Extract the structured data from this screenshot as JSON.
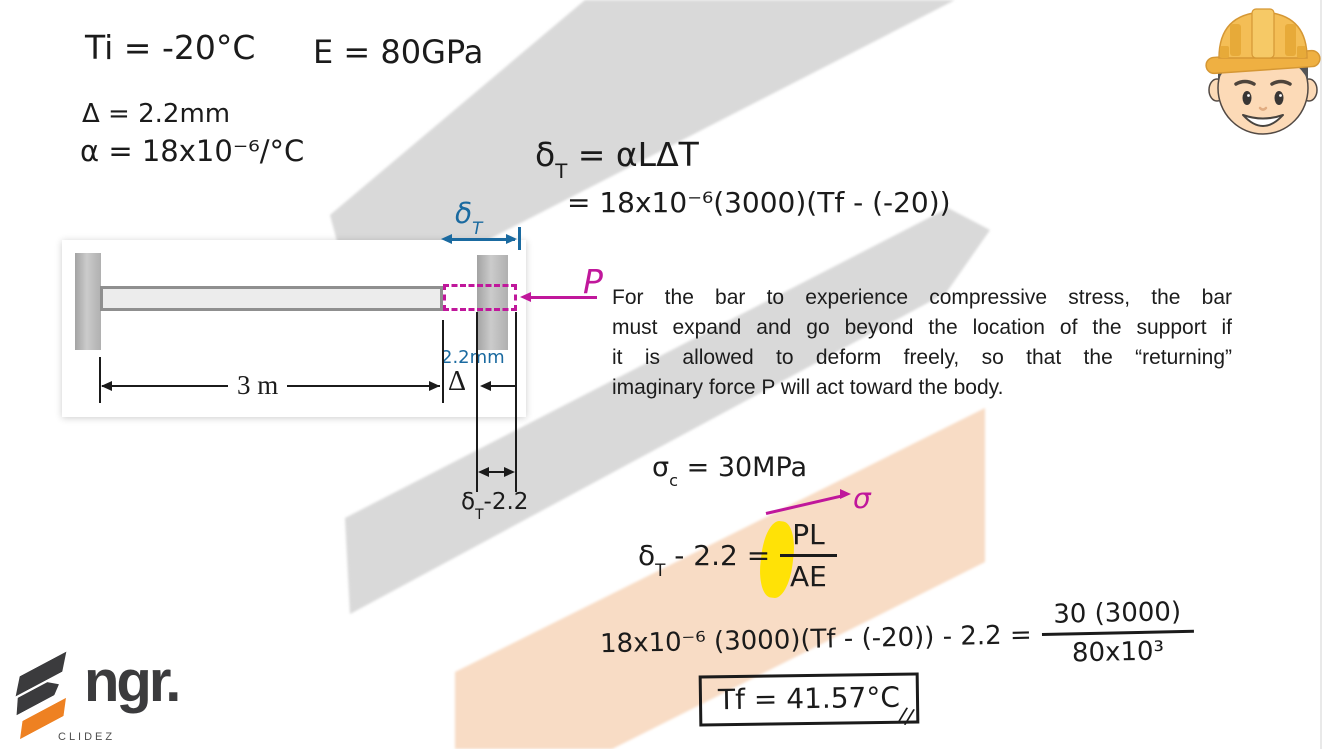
{
  "colors": {
    "ink": "#1b1b1b",
    "dimension_blue": "#1a6aa0",
    "annotation_magenta": "#c0179b",
    "highlight_yellow": "#ffe206",
    "stripe_gray": "#d9d9d9",
    "stripe_orange": "#f8dcc5",
    "logo_dark": "#3b3b3d",
    "logo_orange": "#ee8122",
    "hat_yellow": "#f4bb4e",
    "skin": "#fcd9b4"
  },
  "given": {
    "initial_temp": "Ti = -20°C",
    "modulus": "E = 80GPa",
    "gap": "Δ = 2.2mm",
    "alpha": "α = 18x10⁻⁶/°C"
  },
  "work": {
    "eq_thermal": {
      "sym": "δ",
      "sub": "T",
      "rhs": " = αLΔT"
    },
    "eq_thermal_sub": "= 18x10⁻⁶(3000)(Tf - (-20))",
    "sigma": {
      "sym": "σ",
      "sub": "c",
      "rhs": " = 30MPa"
    },
    "compat": {
      "sym": "δ",
      "sub": "T",
      "rest": " - 2.2 =",
      "num": "PL",
      "den": "AE",
      "annotation": "σ"
    },
    "final": {
      "lhs": "18x10⁻⁶ (3000)(Tf - (-20)) - 2.2 =",
      "num": "30 (3000)",
      "den": "80x10³"
    },
    "answer": "Tf = 41.57°C",
    "answer_marks": "//"
  },
  "explanation": {
    "lines": [
      "For the bar to experience compressive stress, the bar",
      "must expand and go beyond the location of the support if",
      "it is allowed to deform freely, so that the “returning”",
      "imaginary force P will act toward the body."
    ]
  },
  "diagram": {
    "delta_t": {
      "sym": "δ",
      "sub": "T"
    },
    "gap_value": "2.2mm",
    "gap_symbol": "Δ",
    "length": "3 m",
    "penetration": {
      "sym": "δ",
      "sub": "T",
      "rest": "-2.2"
    },
    "force": "P"
  },
  "logo": {
    "name": "ngr.",
    "subtitle": "CLIDEZ"
  }
}
